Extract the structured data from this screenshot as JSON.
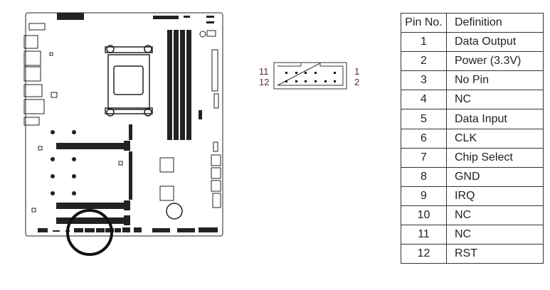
{
  "connector": {
    "pin_labels": {
      "top_left": "11",
      "bottom_left": "12",
      "top_right": "1",
      "bottom_right": "2"
    }
  },
  "table": {
    "headers": [
      "Pin No.",
      "Definition"
    ],
    "rows": [
      [
        "1",
        "Data Output"
      ],
      [
        "2",
        "Power (3.3V)"
      ],
      [
        "3",
        "No Pin"
      ],
      [
        "4",
        "NC"
      ],
      [
        "5",
        "Data Input"
      ],
      [
        "6",
        "CLK"
      ],
      [
        "7",
        "Chip Select"
      ],
      [
        "8",
        "GND"
      ],
      [
        "9",
        "IRQ"
      ],
      [
        "10",
        "NC"
      ],
      [
        "11",
        "NC"
      ],
      [
        "12",
        "RST"
      ]
    ]
  }
}
